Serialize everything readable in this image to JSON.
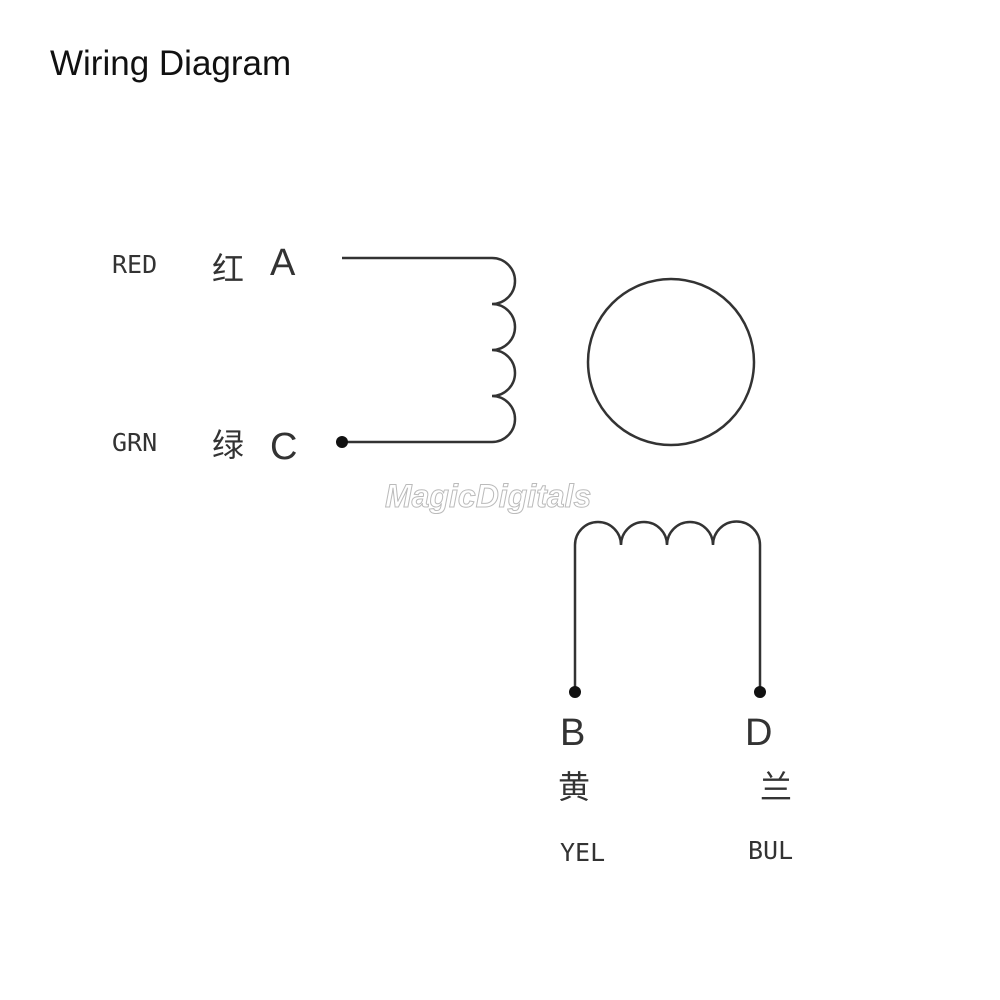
{
  "title": "Wiring Diagram",
  "watermark": "MagicDigitals",
  "wires": {
    "a": {
      "color_label": "RED",
      "chinese": "红",
      "terminal": "A"
    },
    "c": {
      "color_label": "GRN",
      "chinese": "绿",
      "terminal": "C"
    },
    "b": {
      "color_label": "YEL",
      "chinese": "黄",
      "terminal": "B"
    },
    "d": {
      "color_label": "BUL",
      "chinese": "兰",
      "terminal": "D"
    }
  }
}
